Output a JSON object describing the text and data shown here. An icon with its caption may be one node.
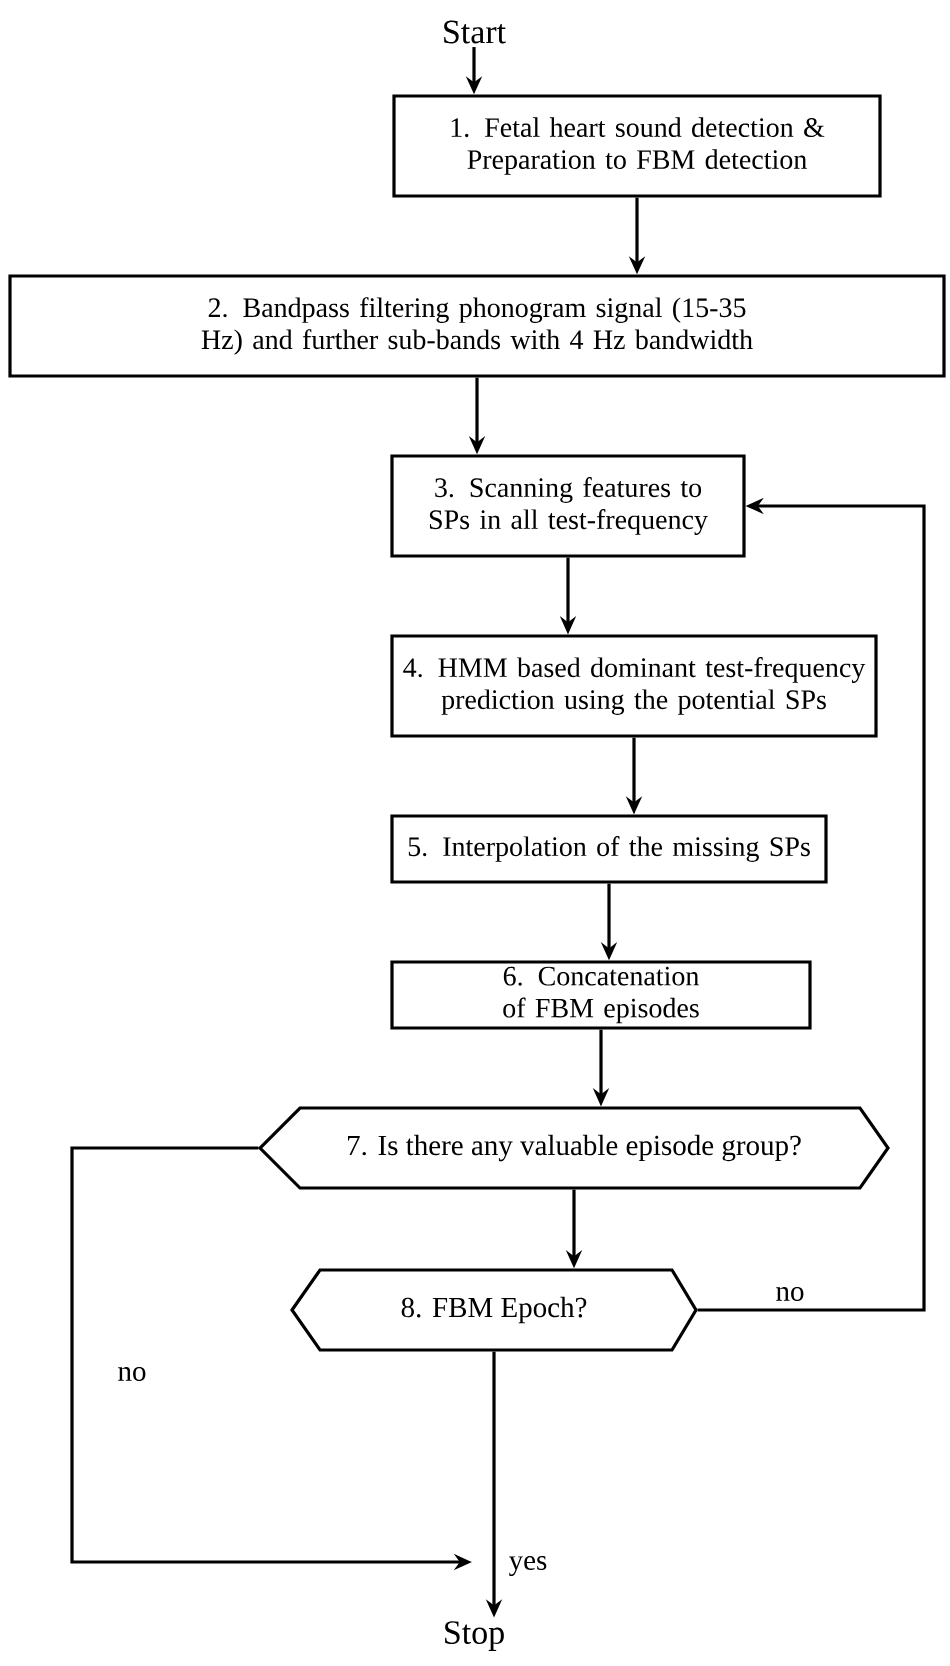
{
  "diagram": {
    "nodes": [
      {
        "text": [
          "Start"
        ]
      },
      {
        "text": [
          "1. Fetal heart sound detection & Preparation to FBM detection"
        ]
      },
      {
        "text": [
          "2. Bandpass filtering phonogram signal (15-35 Hz) and further sub-bands with 4 Hz bandwidth"
        ]
      },
      {
        "text": [
          "3. Scanning features to SPs in all test-frequency"
        ]
      },
      {
        "text": [
          "4. HMM based dominant test-frequency prediction using the potential SPs"
        ]
      },
      {
        "text": [
          "5. Interpolation of the missing SPs"
        ]
      },
      {
        "text": [
          "6. Concatenation of FBM episodes"
        ]
      },
      {
        "text": [
          "7. Is there any valuable episode group?"
        ]
      },
      {
        "text": [
          "8. FBM Epoch?"
        ]
      },
      {
        "text": [
          "Stop"
        ]
      }
    ],
    "edges": [
      {
        "from": 0,
        "to": 1,
        "arrow": "to"
      },
      {
        "from": 1,
        "to": 2,
        "arrow": "to"
      },
      {
        "from": 2,
        "to": 3,
        "arrow": "to"
      },
      {
        "from": 3,
        "to": 4,
        "arrow": "to"
      },
      {
        "from": 4,
        "to": 5,
        "arrow": "to"
      },
      {
        "from": 5,
        "to": 6,
        "arrow": "to"
      },
      {
        "from": 6,
        "to": 7,
        "arrow": "to"
      },
      {
        "from": 7,
        "to": 8,
        "arrow": "to"
      },
      {
        "from": 8,
        "to": 3,
        "arrow": "to",
        "label": "no"
      },
      {
        "from": 7,
        "to": 9,
        "arrow": "to",
        "label": "no"
      },
      {
        "from": 8,
        "to": 9,
        "arrow": "to",
        "label": "yes"
      }
    ]
  }
}
